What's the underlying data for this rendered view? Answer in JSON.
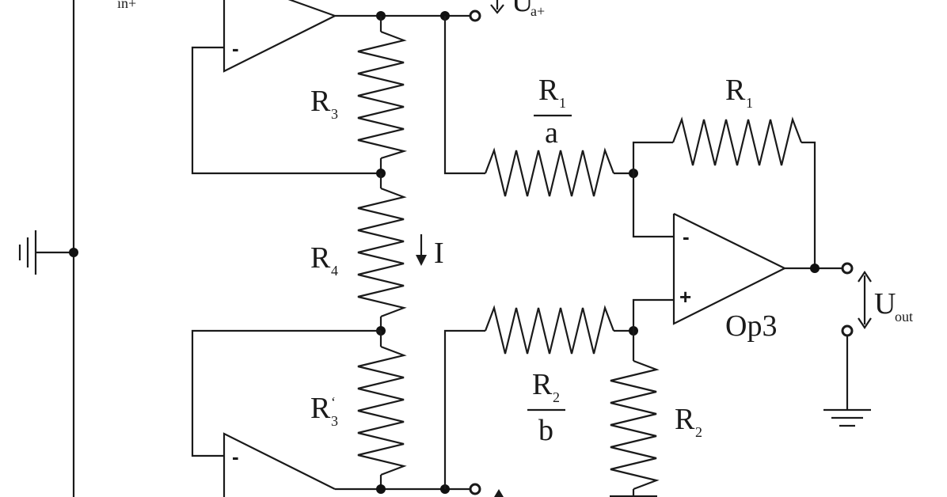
{
  "labels": {
    "uin_sub": "in+",
    "ua_main": "U",
    "ua_sub": "a+",
    "r3_main": "R",
    "r3_sub": "3",
    "r4_main": "R",
    "r4_sub": "4",
    "r3p_main": "R",
    "r3p_prime": "‘",
    "r3p_sub": "3",
    "r1a_num_main": "R",
    "r1a_num_sub": "1",
    "r1a_den": "a",
    "r1_main": "R",
    "r1_sub": "1",
    "r2b_num_main": "R",
    "r2b_num_sub": "2",
    "r2b_den": "b",
    "r2_main": "R",
    "r2_sub": "2",
    "current": "I",
    "op3": "Op3",
    "uout_main": "U",
    "uout_sub": "out"
  },
  "opamp_signs": {
    "top_minus": "-",
    "op3_minus": "-",
    "op3_plus": "+",
    "bottom_minus": "-"
  }
}
